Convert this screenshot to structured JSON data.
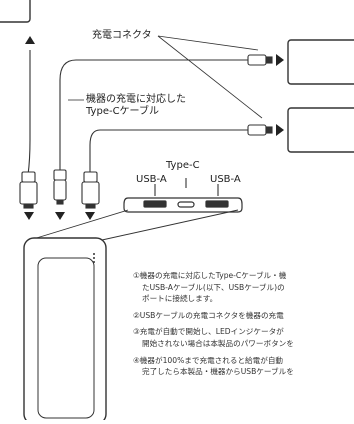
{
  "labels": {
    "charge_connector": "充電コネクタ",
    "cable_line1": "機器の充電に対応した",
    "cable_line2": "Type-Cケーブル",
    "type_c": "Type-C",
    "usb_a_left": "USB-A",
    "usb_a_right": "USB-A"
  },
  "steps": [
    {
      "line1": "①機器の充電に対応したType-Cケーブル・機",
      "line2": "たUSB-Aケーブル(以下、USBケーブル)の",
      "line3": "ポートに接続します。"
    },
    {
      "line1": "②USBケーブルの充電コネクタを機器の充電"
    },
    {
      "line1": "③充電が自動で開始し、LEDインジケータが",
      "line2": "開始されない場合は本製品のパワーボタンを"
    },
    {
      "line1": "④機器が100%まで充電されると給電が自動",
      "line2": "完了したら本製品・機器からUSBケーブルを"
    }
  ]
}
